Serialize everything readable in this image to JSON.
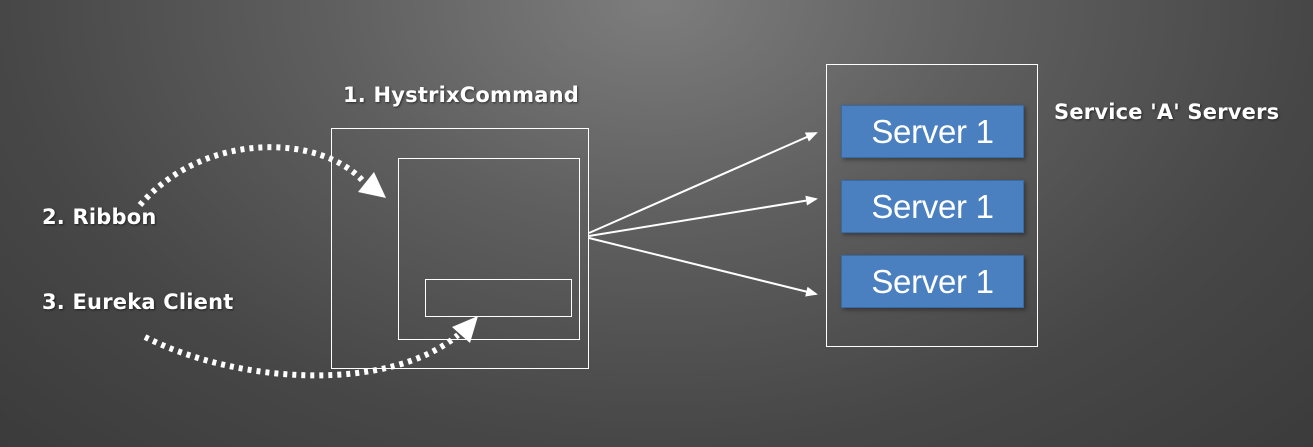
{
  "labels": {
    "hystrix": "1. HystrixCommand",
    "ribbon": "2. Ribbon",
    "eureka": "3. Eureka Client",
    "service": "Service 'A' Servers"
  },
  "servers": [
    {
      "label": "Server 1"
    },
    {
      "label": "Server 1"
    },
    {
      "label": "Server 1"
    }
  ],
  "colors": {
    "server_fill": "#4a7fc0",
    "line": "#ffffff"
  }
}
